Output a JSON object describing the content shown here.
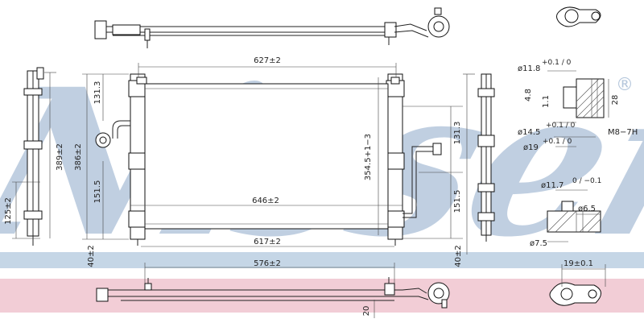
{
  "brand": {
    "watermark": "Nissens",
    "registered": "®",
    "watermark_color": "#b5c7dc",
    "band_blue": "#c5d6e6",
    "band_pink": "#f2cdd6"
  },
  "dimensions": {
    "top_width": "627±2",
    "mid_width": "646±2",
    "bottom_width": "617±2",
    "bottom_core": "576±2",
    "height_outer": "386±2",
    "height_total": "389±2",
    "core_height": "354.5+1−3",
    "upper_right": "131.3",
    "upper_left": "131.3",
    "lower_left": "151.5",
    "lower_right": "151.5",
    "left_side": "125±2",
    "offset_left": "40±2",
    "offset_right": "40±2",
    "bottom_offset": "20"
  },
  "fitting": {
    "d1": "ø11.8",
    "d1_tol": "+0.1 / 0",
    "h1": "4.8",
    "h2": "1.1",
    "h3": "28",
    "d2": "ø14.5",
    "d2_tol": "+0.1 / 0",
    "d3": "ø19",
    "d3_tol": "+0.1 / 0",
    "thread": "M8−7H"
  },
  "port": {
    "d1": "ø11.7",
    "d1_tol": "0 / −0.1",
    "d2": "ø6.5",
    "d3": "ø7.5",
    "width": "19±0.1"
  }
}
